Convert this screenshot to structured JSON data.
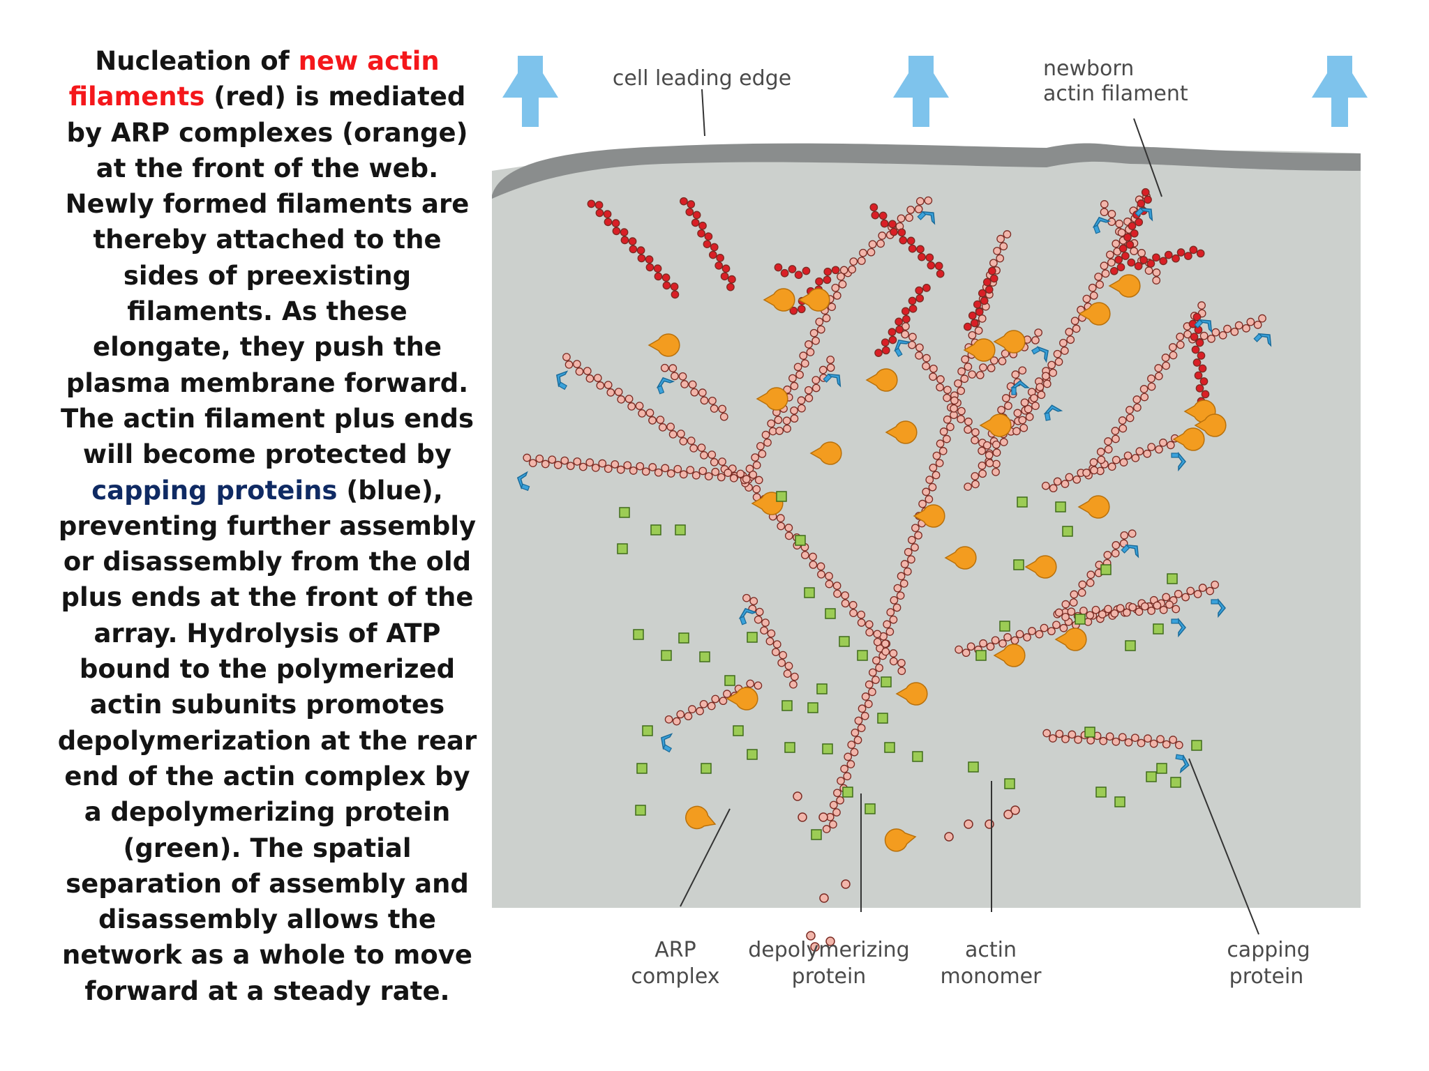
{
  "paragraph": {
    "intro": "Nucleation of ",
    "highlight_red": "new actin filaments",
    "after_red": " (red) is mediated by ARP complexes (orange) at the front of the web. Newly formed filaments are thereby attached to the sides of preexisting filaments. As these elongate, they push the plasma membrane forward. The actin filament plus ends will become protected by ",
    "highlight_blue": "capping proteins",
    "after_blue": " (blue), preventing further assembly or disassembly from the old plus ends at the front of the array. Hydrolysis of ATP bound to the polymerized actin subunits promotes depolymerization at the rear end of the actin complex by a depolymerizing protein (green). The spatial separation of assembly and disassembly allows the network as a whole to move forward at a steady rate."
  },
  "diagram": {
    "labels": {
      "cell_leading_edge": "cell leading edge",
      "newborn_line1": "newborn",
      "newborn_line2": "actin filament",
      "arp_line1": "ARP",
      "arp_line2": "complex",
      "depol_line1": "depolymerizing",
      "depol_line2": "protein",
      "monomer_line1": "actin",
      "monomer_line2": "monomer",
      "capping_line1": "capping",
      "capping_line2": "protein"
    },
    "colors": {
      "new_filament": "#d91f26",
      "old_filament": "#f2b6ab",
      "arp_complex": "#f39c1f",
      "capping_protein": "#3aa2db",
      "depolymerizing_protein": "#9ccc55",
      "membrane": "#8a8d8d",
      "cytoplasm": "#ccd0cd",
      "arrow": "#7ec3ec"
    }
  }
}
